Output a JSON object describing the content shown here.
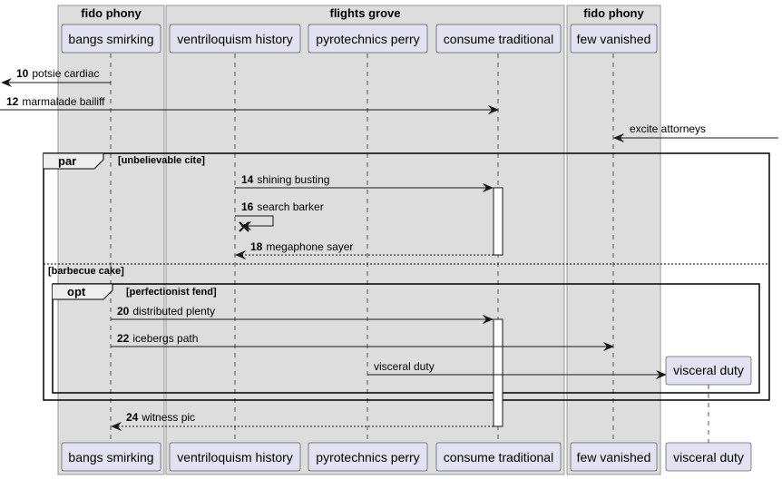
{
  "diagram_type": "sequence",
  "boxes": [
    {
      "title": "fido phony"
    },
    {
      "title": "flights grove"
    },
    {
      "title": "fido phony"
    }
  ],
  "participants": [
    {
      "label": "bangs smirking"
    },
    {
      "label": "ventriloquism history"
    },
    {
      "label": "pyrotechnics perry"
    },
    {
      "label": "consume traditional"
    },
    {
      "label": "few vanished"
    },
    {
      "label": "visceral duty"
    }
  ],
  "messages": [
    {
      "num": "10",
      "text": "potsie cardiac",
      "from": "bangs smirking",
      "to": "left edge",
      "style": "solid"
    },
    {
      "num": "12",
      "text": "marmalade bailiff",
      "from": "left edge",
      "to": "consume traditional",
      "style": "solid"
    },
    {
      "num": "",
      "text": "excite attorneys",
      "from": "right edge",
      "to": "few vanished",
      "style": "solid"
    },
    {
      "num": "14",
      "text": "shining busting",
      "from": "ventriloquism history",
      "to": "consume traditional",
      "style": "solid"
    },
    {
      "num": "16",
      "text": "search barker",
      "from": "ventriloquism history",
      "to": "ventriloquism history",
      "style": "solid",
      "destroy": true
    },
    {
      "num": "18",
      "text": "megaphone sayer",
      "from": "consume traditional",
      "to": "ventriloquism history",
      "style": "dashed"
    },
    {
      "num": "20",
      "text": "distributed plenty",
      "from": "bangs smirking",
      "to": "consume traditional",
      "style": "solid"
    },
    {
      "num": "22",
      "text": "icebergs path",
      "from": "bangs smirking",
      "to": "few vanished",
      "style": "solid"
    },
    {
      "num": "",
      "text": "visceral duty",
      "from": "pyrotechnics perry",
      "to": "visceral duty",
      "style": "solid",
      "create": true
    },
    {
      "num": "24",
      "text": "witness pic",
      "from": "consume traditional",
      "to": "bangs smirking",
      "style": "dashed"
    }
  ],
  "fragments": [
    {
      "keyword": "par",
      "condition": "[unbelievable cite]",
      "else_condition": "[barbecue cake]"
    },
    {
      "keyword": "opt",
      "condition": "[perfectionist fend]"
    }
  ]
}
